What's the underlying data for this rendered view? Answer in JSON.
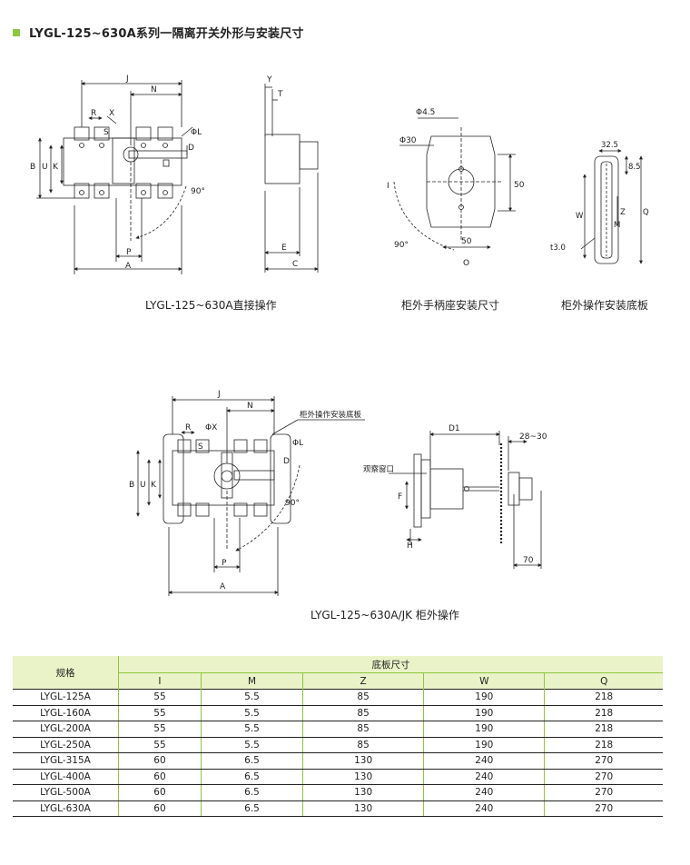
{
  "header": {
    "title": "LYGL-125~630A系列一隔离开关外形与安装尺寸"
  },
  "captions": {
    "direct": "LYGL-125~630A直接操作",
    "handle_mount": "柜外手柄座安装尺寸",
    "cabinet_plate": "柜外操作安装底板",
    "external": "LYGL-125~630A/JK 柜外操作"
  },
  "drawing_labels": {
    "J": "J",
    "N": "N",
    "R": "R",
    "X": "X",
    "S": "S",
    "D": "D",
    "B": "B",
    "U": "U",
    "K": "K",
    "P": "P",
    "A": "A",
    "L": "ΦL",
    "PhiX": "ΦX",
    "angle": "90°",
    "Y": "Y",
    "T": "T",
    "E": "E",
    "C": "C",
    "phi45": "Φ4.5",
    "phi30": "Φ30",
    "I": "I",
    "dim50v": "50",
    "dim50h": "50",
    "O": "O",
    "dim325": "32.5",
    "dim85": "8.5",
    "W": "W",
    "Z": "Z",
    "M": "M",
    "Q": "Q",
    "t30": "t3.0",
    "plate_note": "柜外操作安装底板",
    "D1": "D1",
    "dim2830": "28~30",
    "window": "观察窗口",
    "F": "F",
    "H": "H",
    "dim70": "70"
  },
  "table": {
    "spec_header": "规格",
    "group_header": "底板尺寸",
    "columns": [
      "I",
      "M",
      "Z",
      "W",
      "Q"
    ],
    "rows": [
      {
        "model": "LYGL-125A",
        "I": "55",
        "M": "5.5",
        "Z": "85",
        "W": "190",
        "Q": "218"
      },
      {
        "model": "LYGL-160A",
        "I": "55",
        "M": "5.5",
        "Z": "85",
        "W": "190",
        "Q": "218"
      },
      {
        "model": "LYGL-200A",
        "I": "55",
        "M": "5.5",
        "Z": "85",
        "W": "190",
        "Q": "218"
      },
      {
        "model": "LYGL-250A",
        "I": "55",
        "M": "5.5",
        "Z": "85",
        "W": "190",
        "Q": "218"
      },
      {
        "model": "LYGL-315A",
        "I": "60",
        "M": "6.5",
        "Z": "130",
        "W": "240",
        "Q": "270"
      },
      {
        "model": "LYGL-400A",
        "I": "60",
        "M": "6.5",
        "Z": "130",
        "W": "240",
        "Q": "270"
      },
      {
        "model": "LYGL-500A",
        "I": "60",
        "M": "6.5",
        "Z": "130",
        "W": "240",
        "Q": "270"
      },
      {
        "model": "LYGL-630A",
        "I": "60",
        "M": "6.5",
        "Z": "130",
        "W": "240",
        "Q": "270"
      }
    ]
  },
  "colors": {
    "accent": "#8dc63f",
    "header_bg": "#e9f3c7"
  }
}
